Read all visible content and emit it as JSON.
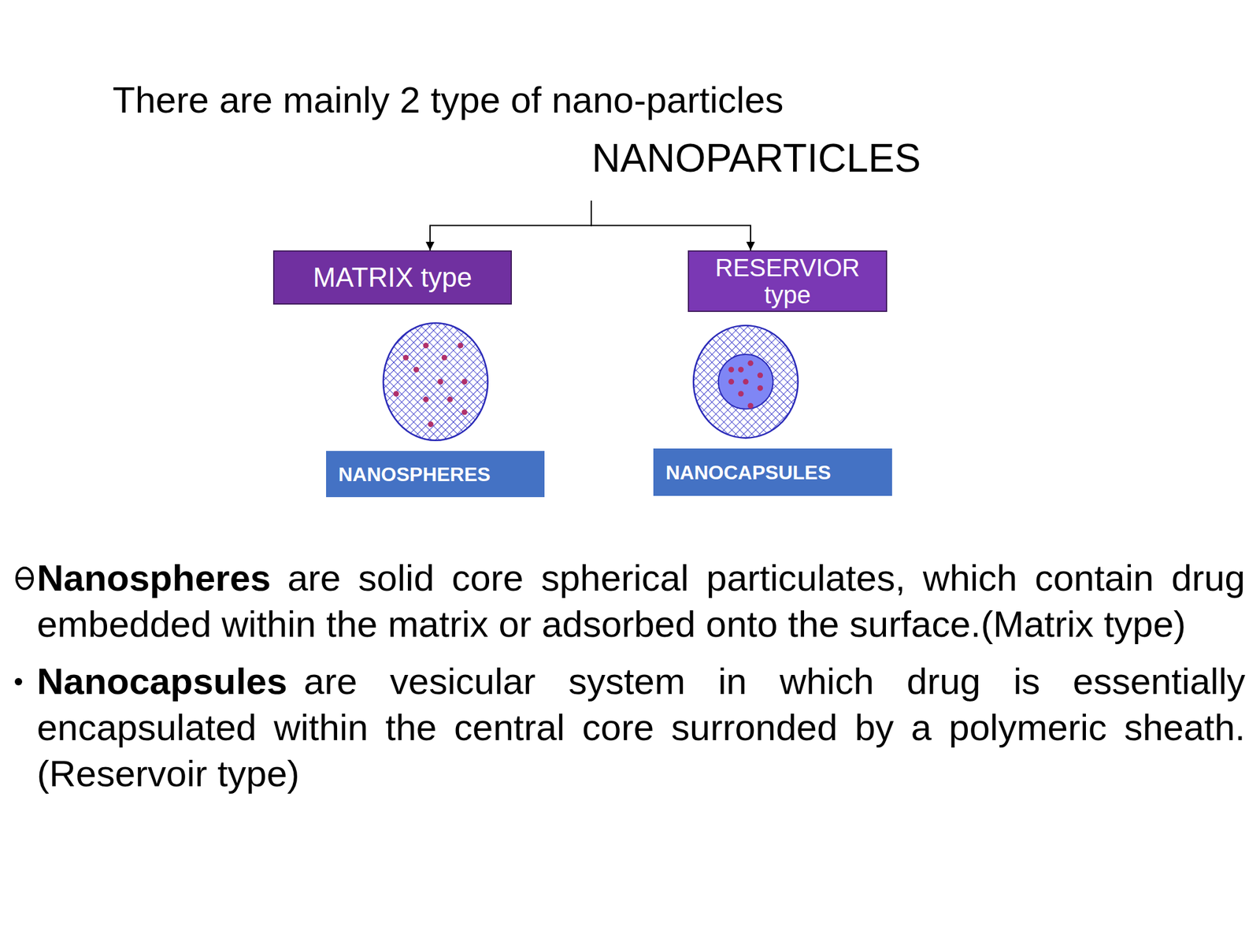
{
  "diagram": {
    "title": "There are mainly 2 type of nano-particles",
    "nodes": [
      {
        "text": [
          "NANOPARTICLES"
        ]
      },
      {
        "text": [
          "MATRIX type"
        ]
      },
      {
        "text": [
          "RESERVIOR type"
        ]
      },
      {
        "text": [
          "NANOSPHERES"
        ]
      },
      {
        "text": [
          "NANOCAPSULES"
        ]
      }
    ],
    "edges": [
      {
        "from": 0,
        "to": 1,
        "arrow": "to"
      },
      {
        "from": 0,
        "to": 2,
        "arrow": "to"
      }
    ],
    "labels": [
      "Nanospheres",
      "are solid core spherical particulates, which contain drug embedded within the matrix or adsorbed onto the surface.(Matrix type)",
      "Nanocapsules",
      "are vesicular system in which drug is essentially encapsulated within the central core surronded by a polymeric sheath.(Reservoir type)"
    ]
  }
}
